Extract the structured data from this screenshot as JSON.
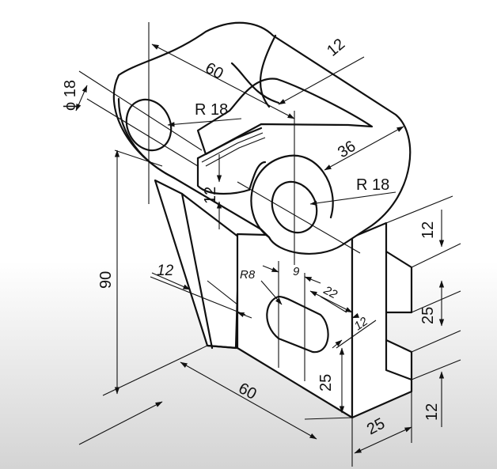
{
  "drawing": {
    "dimensions": {
      "d_hole_dia": "ϕ 18",
      "d_top_len": "60",
      "d_slot_w": "12",
      "d_r18_left": "R 18",
      "d_r18_right": "R 18",
      "d_36": "36",
      "d_12_vert": "12",
      "d_90": "90",
      "d_12_rib": "12",
      "d_r8": "R8",
      "d_9": "9",
      "d_22": "22",
      "d_12_small": "12",
      "d_12_right_top": "12",
      "d_25_right": "25",
      "d_12_right_bot": "12",
      "d_25_front": "25",
      "d_60_base": "60",
      "d_25_base": "25"
    }
  }
}
